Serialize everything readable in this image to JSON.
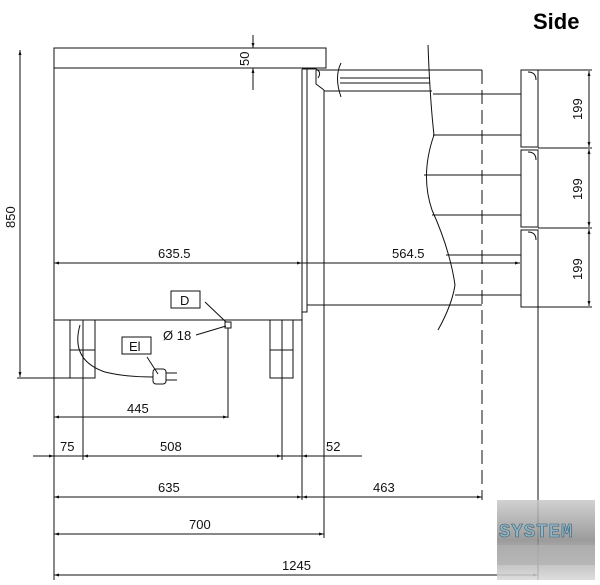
{
  "title": "Side",
  "labels": {
    "drain": "D",
    "electric": "El",
    "drain_diameter": "Ø 18"
  },
  "dimensions": {
    "height_total": "850",
    "worktop_thickness": "50",
    "body_depth_inner": "635.5",
    "drawer_extension": "564.5",
    "drawer_heights": [
      "199",
      "199",
      "199"
    ],
    "drain_offset": "445",
    "leg_offset": "75",
    "leg_spacing": "508",
    "door_offset": "52",
    "body_depth": "635",
    "drawer_travel": "463",
    "total_depth": "700",
    "overall_depth_open": "1245"
  },
  "logo": {
    "text": "SYSTEM"
  },
  "colors": {
    "line": "#111111",
    "logo_text": "#8fb6c8"
  }
}
